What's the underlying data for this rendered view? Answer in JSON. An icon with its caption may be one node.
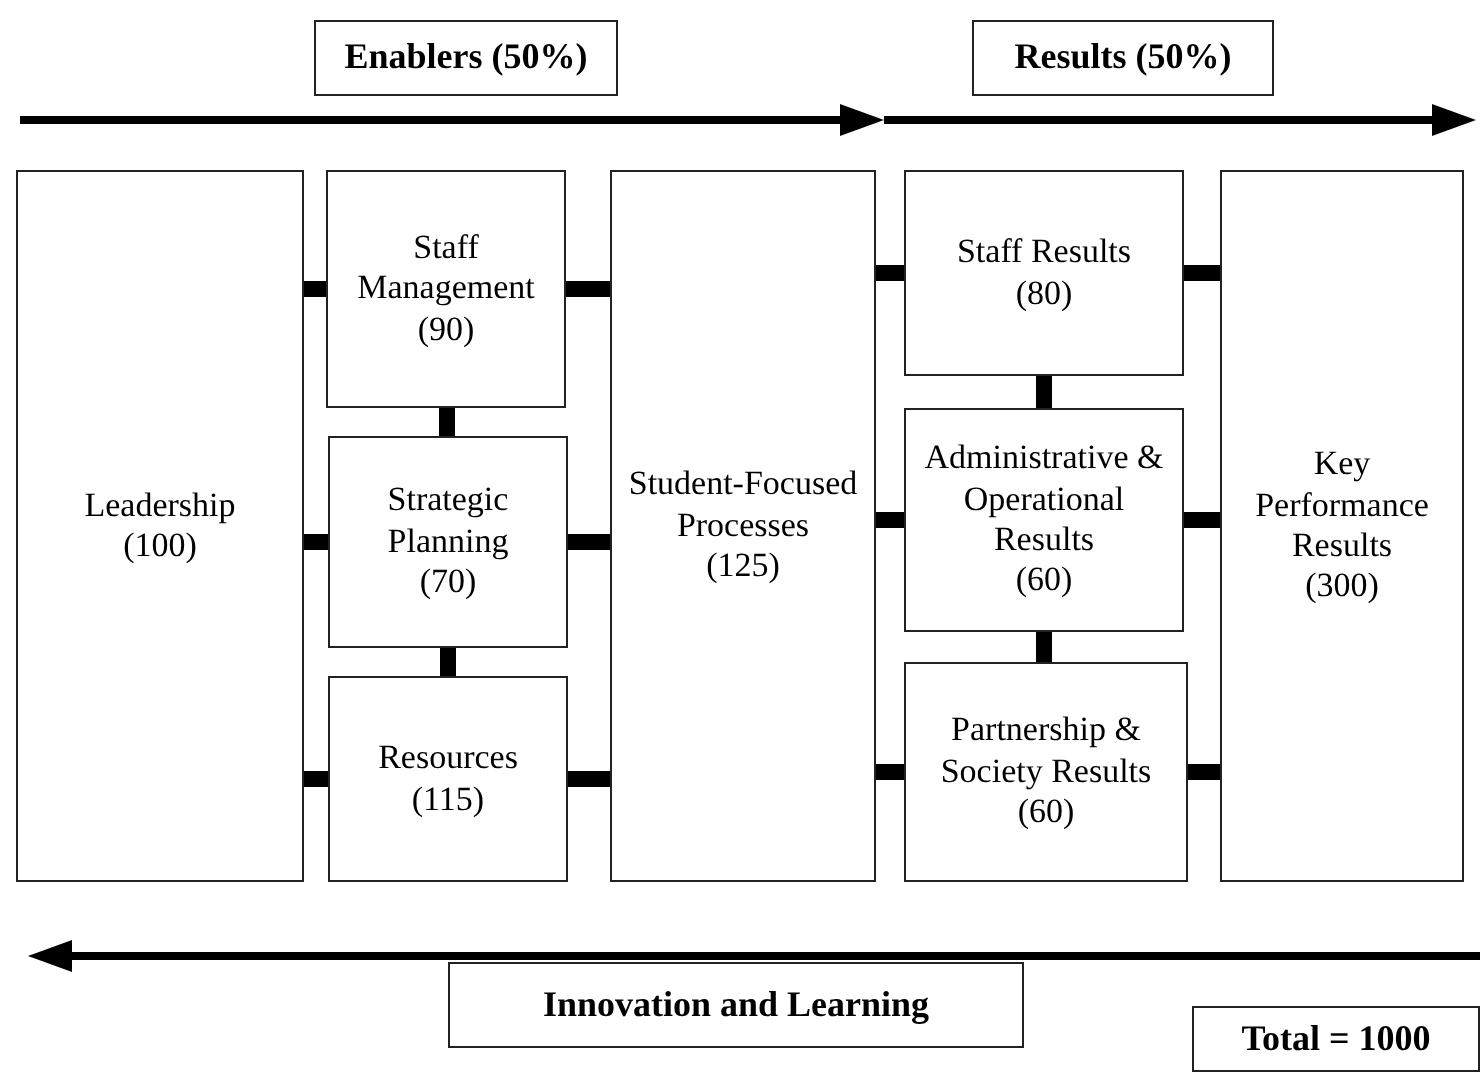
{
  "diagram": {
    "nodes": [
      {
        "text": [
          "Leadership",
          "(100)"
        ]
      },
      {
        "text": [
          "Staff Management",
          "(90)"
        ]
      },
      {
        "text": [
          "Strategic Planning",
          "(70)"
        ]
      },
      {
        "text": [
          "Resources",
          "(115)"
        ]
      },
      {
        "text": [
          "Student-Focused Processes",
          "(125)"
        ]
      },
      {
        "text": [
          "Staff Results",
          "(80)"
        ]
      },
      {
        "text": [
          "Administrative & Operational Results",
          "(60)"
        ]
      },
      {
        "text": [
          "Partnership & Society Results",
          "(60)"
        ]
      },
      {
        "text": [
          "Key Performance Results",
          "(300)"
        ]
      },
      {
        "text": [
          "Enablers (50%)"
        ]
      },
      {
        "text": [
          "Results (50%)"
        ]
      },
      {
        "text": [
          "Innovation and Learning"
        ]
      },
      {
        "text": [
          "Total = 1000"
        ]
      }
    ],
    "edges": [
      {
        "from": 0,
        "to": 1,
        "arrow": "none"
      },
      {
        "from": 0,
        "to": 2,
        "arrow": "none"
      },
      {
        "from": 0,
        "to": 3,
        "arrow": "none"
      },
      {
        "from": 1,
        "to": 2,
        "arrow": "none"
      },
      {
        "from": 2,
        "to": 3,
        "arrow": "none"
      },
      {
        "from": 1,
        "to": 4,
        "arrow": "none"
      },
      {
        "from": 2,
        "to": 4,
        "arrow": "none"
      },
      {
        "from": 3,
        "to": 4,
        "arrow": "none"
      },
      {
        "from": 4,
        "to": 5,
        "arrow": "none"
      },
      {
        "from": 4,
        "to": 6,
        "arrow": "none"
      },
      {
        "from": 4,
        "to": 7,
        "arrow": "none"
      },
      {
        "from": 5,
        "to": 6,
        "arrow": "none"
      },
      {
        "from": 6,
        "to": 7,
        "arrow": "none"
      },
      {
        "from": 5,
        "to": 8,
        "arrow": "none"
      },
      {
        "from": 6,
        "to": 8,
        "arrow": "none"
      },
      {
        "from": 7,
        "to": 8,
        "arrow": "none"
      }
    ]
  }
}
